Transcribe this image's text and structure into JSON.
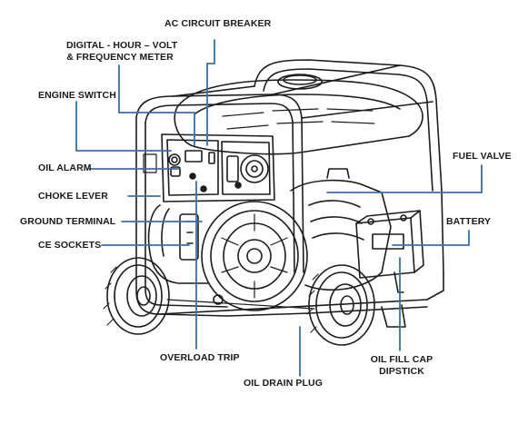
{
  "labels": {
    "ac_circuit_breaker": "AC CIRCUIT BREAKER",
    "meter_line1": "DIGITAL - HOUR – VOLT",
    "meter_line2": "& FREQUENCY METER",
    "engine_switch": "ENGINE SWITCH",
    "oil_alarm": "OIL ALARM",
    "choke_lever": "CHOKE LEVER",
    "ground_terminal": "GROUND TERMINAL",
    "ce_sockets": "CE SOCKETS",
    "overload_trip": "OVERLOAD TRIP",
    "oil_drain_plug": "OIL DRAIN PLUG",
    "fuel_valve": "FUEL VALVE",
    "battery": "BATTERY",
    "oil_fill_cap": "OIL FILL CAP",
    "dipstick": "DIPSTICK"
  },
  "colors": {
    "leader_line": "#3e6fa6",
    "label_text": "#1a1a1a",
    "drawing": "#1c1c1c"
  }
}
